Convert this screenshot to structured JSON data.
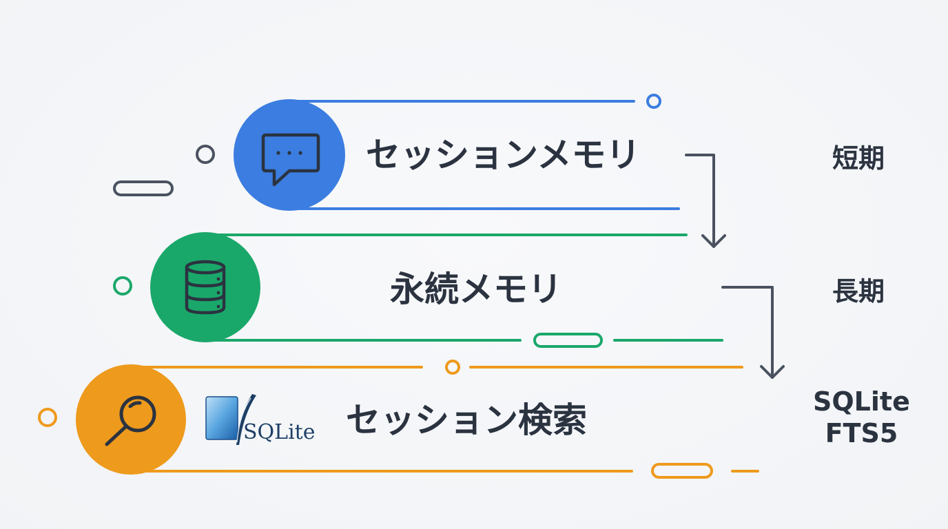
{
  "colors": {
    "session": "#3b7de0",
    "persistent": "#1aa86a",
    "search": "#ee9a1c",
    "ink": "#2b3340",
    "connector": "#4a5260"
  },
  "tiers": [
    {
      "id": "session",
      "title": "セッションメモリ",
      "label_lines": [
        "短期"
      ],
      "icon": "chat-bubble-icon"
    },
    {
      "id": "persistent",
      "title": "永続メモリ",
      "label_lines": [
        "長期"
      ],
      "icon": "database-icon"
    },
    {
      "id": "search",
      "title": "セッション検索",
      "label_lines": [
        "SQLite",
        "FTS5"
      ],
      "icon": "magnifier-icon"
    }
  ],
  "logo": {
    "word": "SQLite"
  }
}
